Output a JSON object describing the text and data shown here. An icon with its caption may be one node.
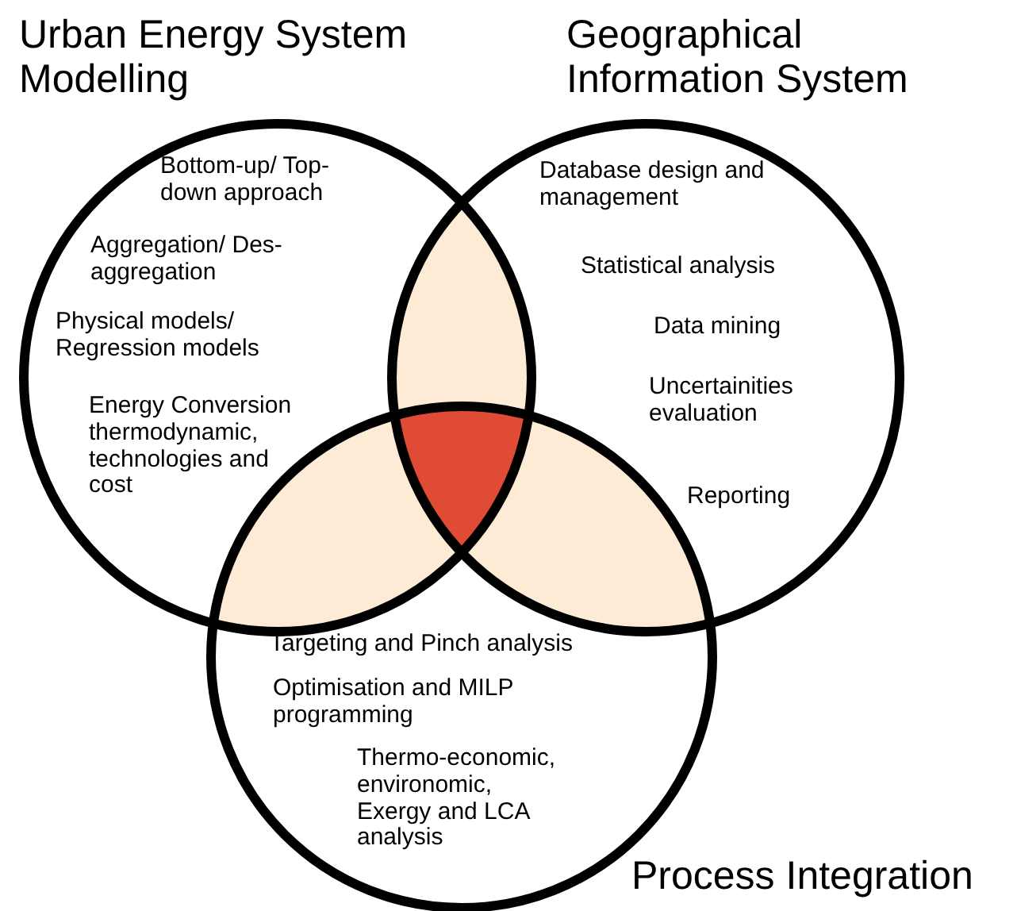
{
  "diagram": {
    "nodes": [
      {
        "text": [
          "Urban Energy System Modelling",
          "Bottom-up/ Top-down approach",
          "Aggregation/ Des-aggregation",
          "Physical models/ Regression models",
          "Energy Conversion thermodynamic, technologies and cost"
        ]
      },
      {
        "text": [
          "Geographical Information System",
          "Database design and management",
          "Statistical analysis",
          "Data mining",
          "Uncertainities evaluation",
          "Reporting"
        ]
      },
      {
        "text": [
          "Process Integration",
          "Targeting and Pinch analysis",
          "Optimisation and MILP programming",
          "Thermo-economic, environomic, Exergy and LCA analysis"
        ]
      }
    ],
    "edges": []
  }
}
